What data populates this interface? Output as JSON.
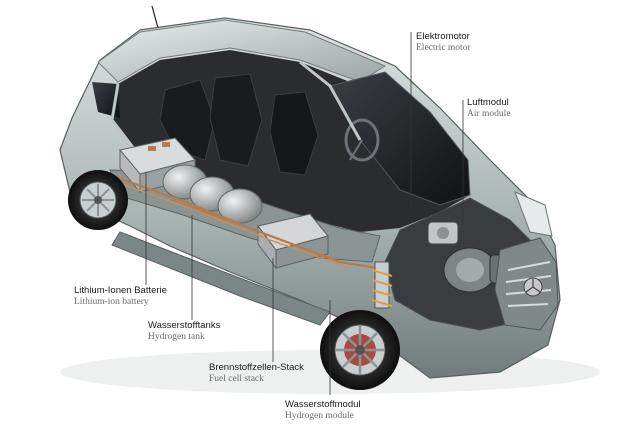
{
  "labels": [
    {
      "id": "electric-motor",
      "de": "Elektromotor",
      "en": "Electric motor"
    },
    {
      "id": "air-module",
      "de": "Luftmodul",
      "en": "Air module"
    },
    {
      "id": "lithium-ion-battery",
      "de": "Lithium-Ionen Batterie",
      "en": "Lithium-ion battery"
    },
    {
      "id": "hydrogen-tanks",
      "de": "Wasserstofftanks",
      "en": "Hydrogen tank"
    },
    {
      "id": "fuel-cell-stack",
      "de": "Brennstoffzellen-Stack",
      "en": "Fuel cell stack"
    },
    {
      "id": "hydrogen-module",
      "de": "Wasserstoffmodul",
      "en": "Hydrogen module"
    }
  ],
  "colors": {
    "body": "#a9b5b3",
    "body_light": "#d5dcdb",
    "body_dark": "#6f7c7b",
    "glass": "#1c1f22",
    "interior": "#2a2c2e",
    "copper": "#b87a4a",
    "chrome": "#c9cdd0",
    "leader": "#333333"
  }
}
